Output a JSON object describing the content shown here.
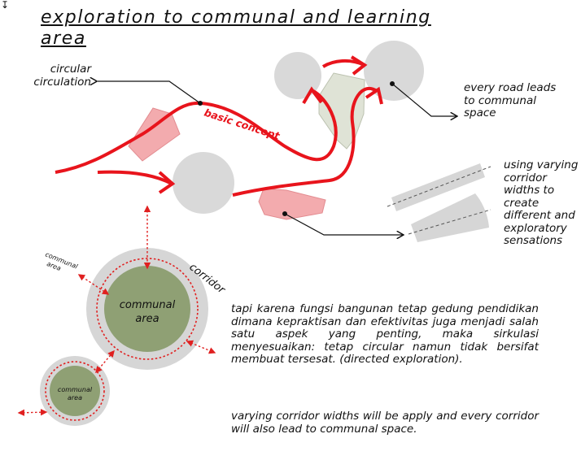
{
  "title": "exploration to communal and learning area",
  "labels": {
    "circular_circulation": "circular circulation",
    "basic_concept": "basic concept",
    "every_road": "every road leads to communal space",
    "corridor_widths": "using varying corridor widths to create different and exploratory sensations",
    "corridor": "corridor",
    "communal_area_small": "communal area",
    "communal_area_big": "communal area",
    "communal_area_tiny": "communal area"
  },
  "paragraphs": {
    "p1": "tapi karena fungsi bangunan tetap gedung pendidikan dimana kepraktisan dan efektivitas juga menjadi salah satu aspek yang penting, maka sirkulasi menyesuaikan: tetap circular namun tidak bersifat membuat tersesat. (directed exploration).",
    "p2": "varying corridor widths will be apply and every corridor will also lead to communal space."
  },
  "colors": {
    "path_red": "#e8141c",
    "zone_pink": "#f2a3a6",
    "circle_grey": "#d9d9d9",
    "communal_green": "#8fa074",
    "dotted_red": "#e02020",
    "corridor_grey": "#d6d6d6"
  }
}
